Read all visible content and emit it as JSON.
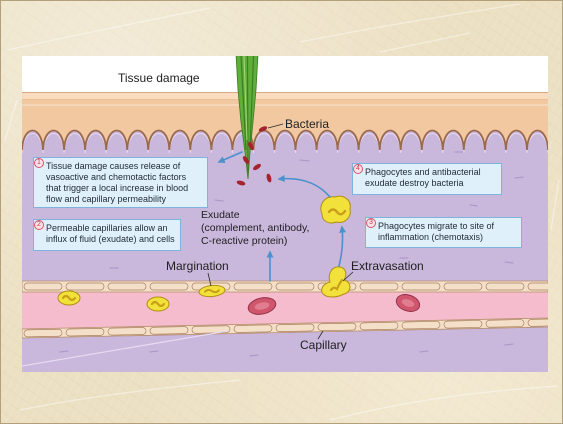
{
  "diagram": {
    "labels": {
      "tissue_damage": "Tissue damage",
      "bacteria": "Bacteria",
      "exudate": [
        "Exudate",
        "(complement, antibody,",
        "C-reactive protein)"
      ],
      "margination": "Margination",
      "extravasation": "Extravasation",
      "capillary": "Capillary"
    },
    "steps": [
      {
        "number": "1",
        "lines": [
          "Tissue damage causes release of",
          "vasoactive and chemotactic factors",
          "that trigger a local increase in blood",
          "flow and capillary permeability"
        ]
      },
      {
        "number": "2",
        "lines": [
          "Permeable capillaries allow an",
          "influx of fluid (exudate) and cells"
        ]
      },
      {
        "number": "3",
        "lines": [
          "Phagocytes migrate to site of",
          "inflammation (chemotaxis)"
        ]
      },
      {
        "number": "4",
        "lines": [
          "Phagocytes and antibacterial",
          "exudate destroy bacteria"
        ]
      }
    ],
    "colors": {
      "skin": "#f2c8a0",
      "dermis": "#c9b7dc",
      "capillary_lumen": "#f5bccd",
      "capillary_wall": "#f4e0c9",
      "spike": "#5fae3a",
      "bacteria": "#a3242c",
      "phagocyte": "#f2e13b",
      "red_blood_cell": "#cf566c",
      "callout_box": "#dff0fb",
      "arrow": "#4b91cb",
      "step_number": "#d6546a"
    }
  }
}
